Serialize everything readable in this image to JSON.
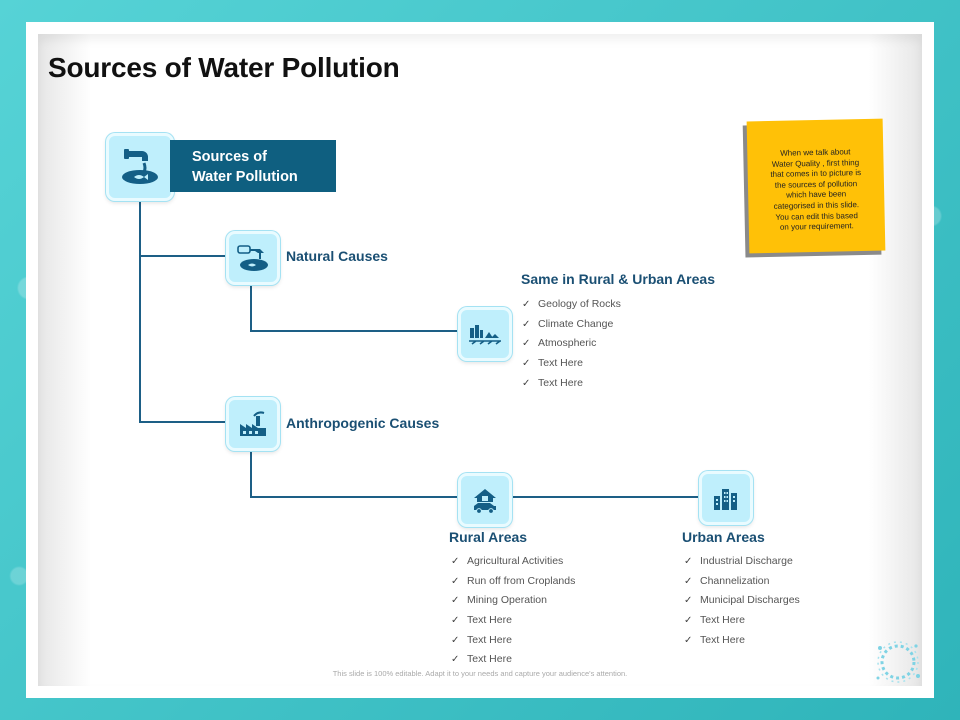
{
  "title": "Sources of Water Pollution",
  "root": {
    "label_line1": "Sources of",
    "label_line2": "Water Pollution",
    "icon": "pipe-discharge-icon"
  },
  "natural": {
    "heading": "Natural Causes",
    "icon": "oil-spill-icon",
    "sub": {
      "heading": "Same in Rural & Urban Areas",
      "icon": "landscape-icon",
      "items": [
        "Geology of Rocks",
        "Climate Change",
        "Atmospheric",
        "Text Here",
        "Text Here"
      ]
    }
  },
  "anthropogenic": {
    "heading": "Anthropogenic Causes",
    "icon": "factory-icon",
    "rural": {
      "heading": "Rural Areas",
      "icon": "farmhouse-icon",
      "items": [
        "Agricultural Activities",
        "Run off from Croplands",
        "Mining Operation",
        "Text Here",
        "Text Here",
        "Text Here"
      ]
    },
    "urban": {
      "heading": "Urban Areas",
      "icon": "city-buildings-icon",
      "items": [
        "Industrial Discharge",
        "Channelization",
        "Municipal Discharges",
        "Text Here",
        "Text Here"
      ]
    }
  },
  "note": {
    "lines": [
      "When we talk about",
      "Water Quality , first thing",
      "that comes in to picture is",
      "the sources of pollution",
      "which have been",
      "categorised in this slide.",
      "You can edit this based",
      "on your requirement."
    ]
  },
  "footer": "This slide is 100% editable. Adapt it to your needs and capture your audience's attention.",
  "colors": {
    "accent": "#0f5f80",
    "heading": "#1a4f73",
    "icon_bg": "#bfeffc",
    "note": "#ffc107",
    "background": "#3fc4c8"
  }
}
